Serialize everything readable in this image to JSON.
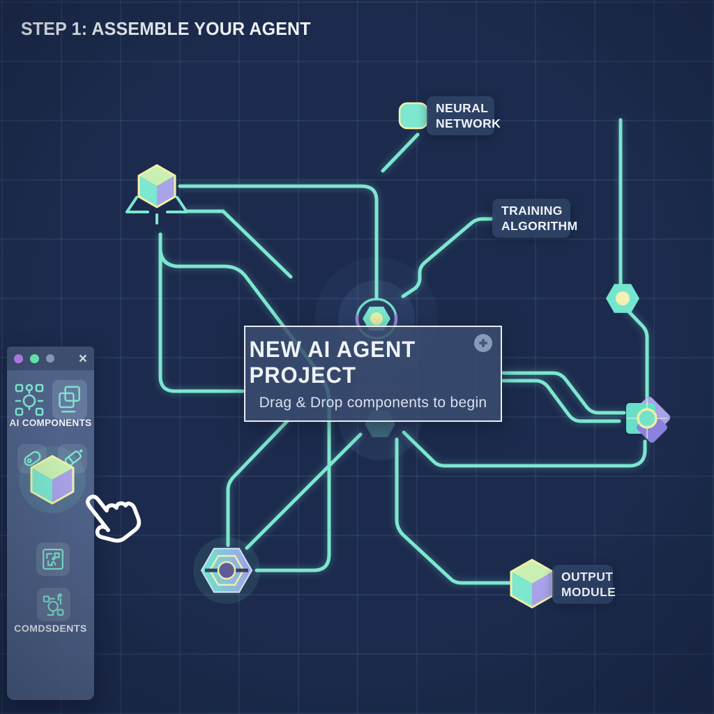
{
  "page_title": "STEP 1: ASSEMBLE YOUR AGENT",
  "canvas": {
    "node_labels": {
      "neural": {
        "line1": "NEURAL",
        "line2": "NETWORK"
      },
      "training": {
        "line1": "TRAINING",
        "line2": "ALGORITHM"
      },
      "output": {
        "line1": "OUTPUT",
        "line2": "MODULE"
      }
    },
    "nodes": [
      {
        "id": "input-cube-node"
      },
      {
        "id": "neural-network-chip"
      },
      {
        "id": "core-hexagon-node"
      },
      {
        "id": "signal-hexagon-node"
      },
      {
        "id": "gear-module-node"
      },
      {
        "id": "processor-hexagon-node"
      },
      {
        "id": "output-cube-node"
      }
    ]
  },
  "panel": {
    "title": "NEW AI AGENT PROJECT",
    "subtitle": "Drag & Drop components to begin",
    "add_button_icon": "plus-icon"
  },
  "sidebar": {
    "close_glyph": "×",
    "top_section_label": "AI COMPONENTS",
    "bottom_section_label": "COMDSDENTS",
    "window_dots": [
      "purple",
      "green",
      "grey"
    ],
    "icons": [
      "node-graph-icon",
      "copy-icon",
      "tag-icon",
      "pen-tag-icon",
      "chip-icon",
      "flow-icon"
    ],
    "dragged_component": "cube-component"
  },
  "cursor": "hand-pointer-cursor",
  "colors": {
    "background": "#1C2B4D",
    "teal": "#7DE7CF",
    "lavender": "#A9A3EA",
    "pale_yellow": "#F2F1A8",
    "cube_green": "#C9F0B2",
    "panel_border": "#E9EDF3",
    "label_bg": "#2F4267",
    "sidebar_bg": "#5E7298",
    "sidebar_header": "#44567B",
    "text": "#EFF3F8",
    "dot_purple": "#AE7BE3",
    "dot_green": "#5FE3A9",
    "dot_grey": "#8097B8",
    "core_purple": "#9488E0",
    "dark_slate": "#32415F"
  }
}
